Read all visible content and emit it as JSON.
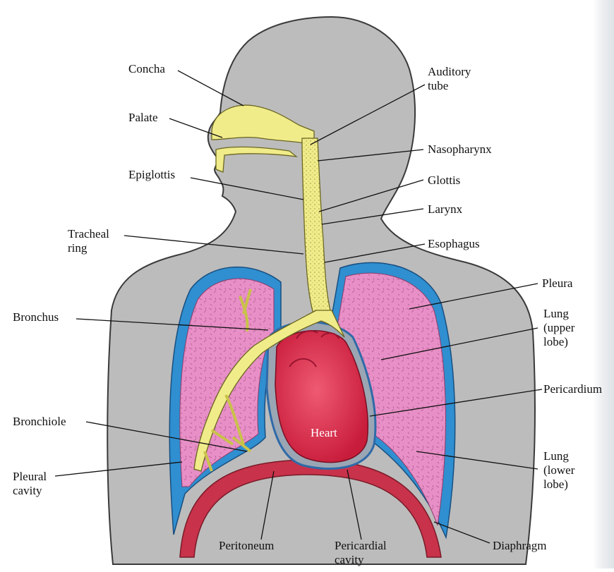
{
  "labels": {
    "concha": "Concha",
    "palate": "Palate",
    "epiglottis": "Epiglottis",
    "tracheal_ring": "Tracheal\nring",
    "bronchus": "Bronchus",
    "bronchiole": "Bronchiole",
    "pleural_cavity": "Pleural\ncavity",
    "auditory_tube": "Auditory\ntube",
    "nasopharynx": "Nasopharynx",
    "glottis": "Glottis",
    "larynx": "Larynx",
    "esophagus": "Esophagus",
    "pleura": "Pleura",
    "lung_upper": "Lung\n(upper\nlobe)",
    "pericardium": "Pericardium",
    "lung_lower": "Lung\n(lower\nlobe)",
    "heart": "Heart",
    "peritoneum": "Peritoneum",
    "pericardial_cavity": "Pericardial\ncavity",
    "diaphragm": "Diaphragm"
  },
  "colors": {
    "body": "#b9b9b9",
    "body_outline": "#3a3a3a",
    "airway": "#f1ec8a",
    "lung": "#e78fc6",
    "pleura": "#2f8fd0",
    "heart": "#e0314f",
    "diaphragm": "#c8324a"
  }
}
